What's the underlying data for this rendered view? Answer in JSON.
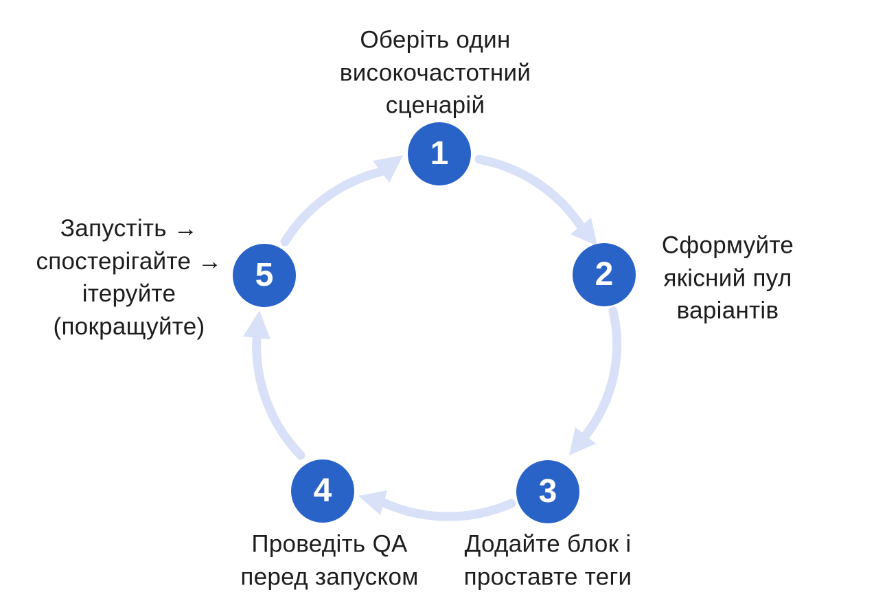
{
  "diagram": {
    "type": "cycle",
    "flow": "1 → 2 → 3 → 4 → 5 → 1 (clockwise)",
    "steps": [
      {
        "number": "1",
        "label": "Оберіть один\nвисокочастотний\nсценарій"
      },
      {
        "number": "2",
        "label": "Сформуйте\nякісний пул\nваріантів"
      },
      {
        "number": "3",
        "label": "Додайте блок і\nпроставте теги"
      },
      {
        "number": "4",
        "label": "Проведіть QA\nперед запуском"
      },
      {
        "number": "5",
        "label": "Запустіть →\nспостерігайте →\nітеруйте\n(покращуйте)"
      }
    ],
    "colors": {
      "node_fill": "#2a63c8",
      "node_number": "#ffffff",
      "arrow": "#d8e1f8",
      "label_text": "#1d1d1d",
      "background": "#ffffff"
    }
  }
}
